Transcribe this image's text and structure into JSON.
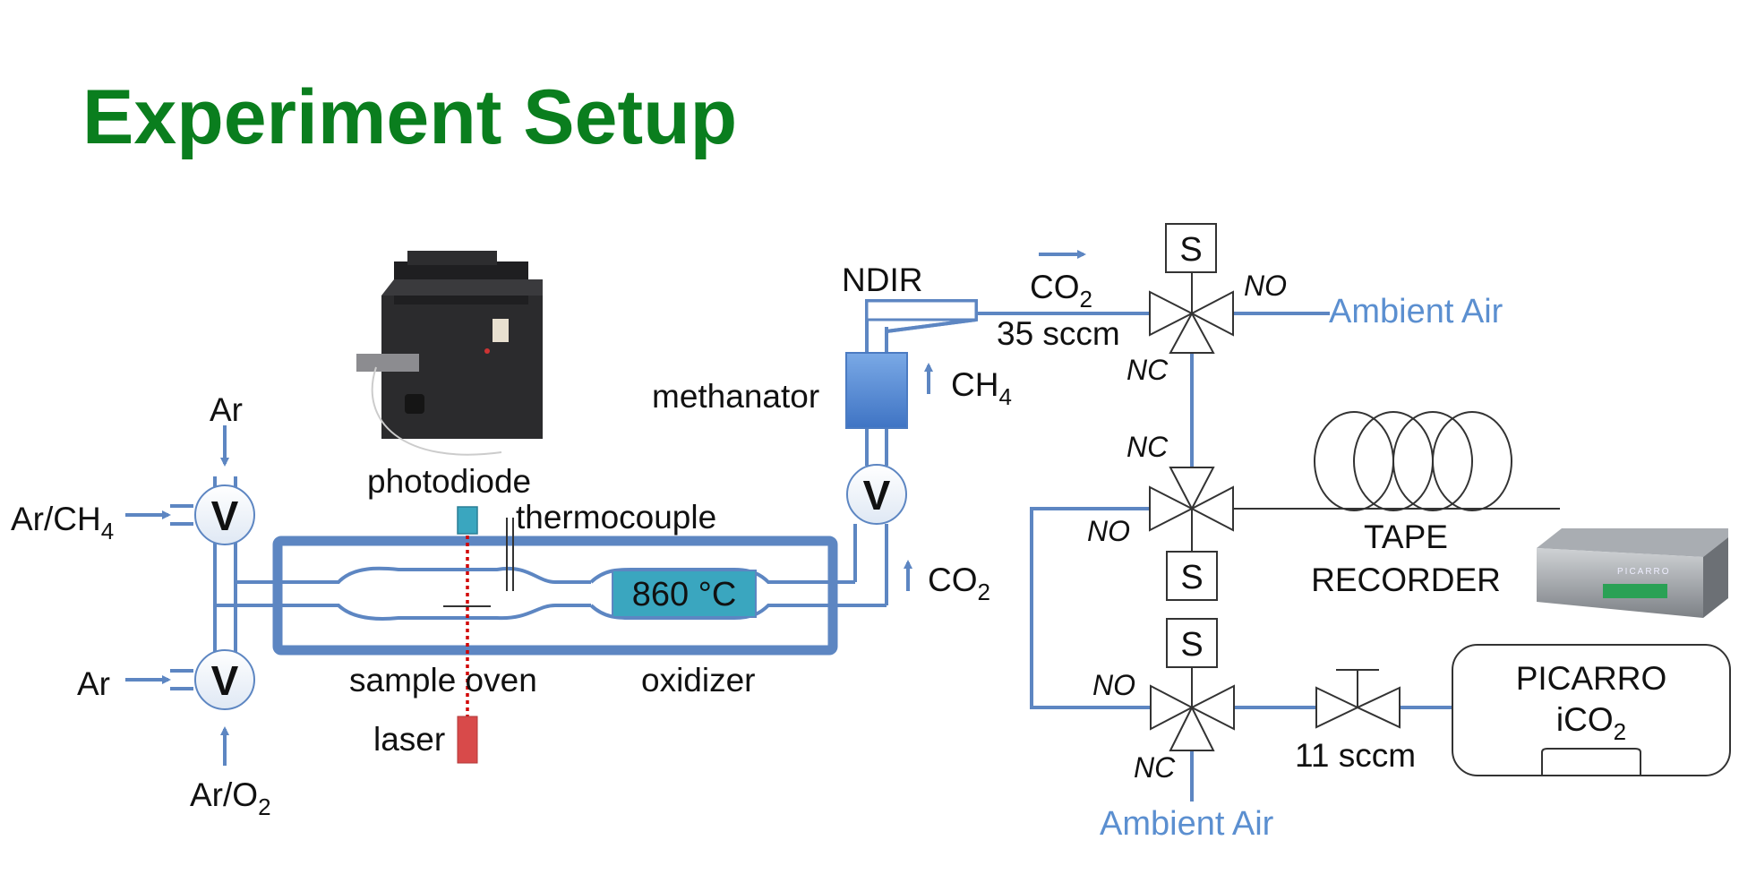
{
  "title": "Experiment Setup",
  "labels": {
    "ar_top": "Ar",
    "ar_ch4_main": "Ar/CH",
    "ar_ch4_sub": "4",
    "ar_bottom": "Ar",
    "ar_o2_main": "Ar/O",
    "ar_o2_sub": "2",
    "photodiode": "photodiode",
    "thermocouple": "thermocouple",
    "oven_temp": "860 °C",
    "sample_oven": "sample oven",
    "oxidizer": "oxidizer",
    "laser": "laser",
    "methanator": "methanator",
    "ndir": "NDIR",
    "ch4_main": "CH",
    "ch4_sub": "4",
    "co2_lower_main": "CO",
    "co2_lower_sub": "2",
    "co2_upper_main": "CO",
    "co2_upper_sub": "2",
    "flow_35": "35 sccm",
    "ambient_air_top": "Ambient Air",
    "ambient_air_bottom": "Ambient Air",
    "no_1": "NO",
    "nc_1": "NC",
    "nc_2": "NC",
    "no_2": "NO",
    "no_3": "NO",
    "nc_3": "NC",
    "solenoid_1": "S",
    "solenoid_2": "S",
    "solenoid_3": "S",
    "tape_recorder_1": "TAPE",
    "tape_recorder_2": "RECORDER",
    "flow_11": "11 sccm",
    "picarro_1": "PICARRO",
    "picarro_2_main": "iCO",
    "picarro_2_sub": "2",
    "picarro_brand": "PICARRO",
    "valve_v": "V"
  },
  "colors": {
    "title": "#0a7e1e",
    "pipe": "#5d86c2",
    "ambient_air": "#5b8fd0",
    "oven_block": "#3aa6bf",
    "methanator": "#5a8ed6",
    "laser": "#d84a4a",
    "laser_beam": "#d10000"
  }
}
